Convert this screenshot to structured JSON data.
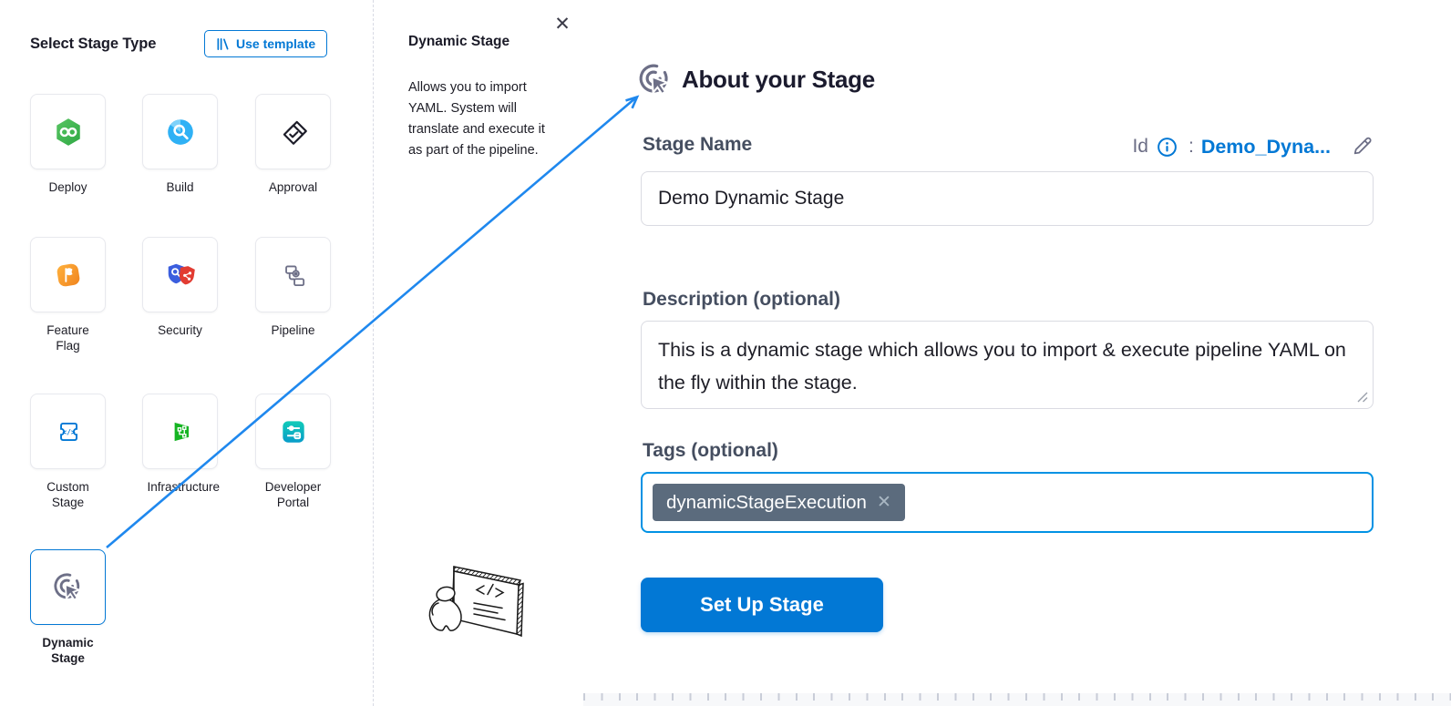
{
  "left_panel": {
    "title": "Select Stage Type",
    "use_template": {
      "label": "Use template",
      "icon": "templates-icon"
    },
    "stages": [
      {
        "label": "Deploy",
        "icon": "deploy-icon",
        "selected": false
      },
      {
        "label": "Build",
        "icon": "build-icon",
        "selected": false
      },
      {
        "label": "Approval",
        "icon": "approval-icon",
        "selected": false
      },
      {
        "label": "Feature Flag",
        "icon": "feature-flag-icon",
        "selected": false
      },
      {
        "label": "Security",
        "icon": "security-icon",
        "selected": false
      },
      {
        "label": "Pipeline",
        "icon": "pipeline-icon",
        "selected": false
      },
      {
        "label": "Custom Stage",
        "icon": "custom-stage-icon",
        "selected": false
      },
      {
        "label": "Infrastructure",
        "icon": "infrastructure-icon",
        "selected": false
      },
      {
        "label": "Developer Portal",
        "icon": "developer-portal-icon",
        "selected": false
      },
      {
        "label": "Dynamic Stage",
        "icon": "dynamic-stage-icon",
        "selected": true
      }
    ]
  },
  "info_panel": {
    "title": "Dynamic Stage",
    "close_icon": "✕",
    "description": "Allows you to import YAML. System will translate and execute it as part of the pipeline.",
    "illustration": "person-presenting-code-board"
  },
  "form_panel": {
    "heading": "About your Stage",
    "heading_icon": "dynamic-stage-icon",
    "stage_name_label": "Stage Name",
    "stage_name_value": "Demo Dynamic Stage",
    "id_row": {
      "label": "Id",
      "info_icon": "info-icon",
      "separator": ":",
      "value": "Demo_Dyna...",
      "edit_icon": "pencil-icon"
    },
    "description_label": "Description (optional)",
    "description_value": "This is a dynamic stage which allows you to import & execute pipeline YAML on the fly within the stage.",
    "tags_label": "Tags (optional)",
    "tags": [
      {
        "text": "dynamicStageExecution",
        "remove_icon": "✕"
      }
    ],
    "submit_label": "Set Up Stage"
  },
  "colors": {
    "primary_blue": "#0278d5",
    "arrow_blue": "#1f88ee",
    "tags_focus_border": "#0092e4",
    "tag_chip_bg": "#5b6b7d",
    "label_text": "#454e60",
    "heading_text": "#1b1b2e",
    "body_text": "#1d1d26",
    "muted_gray": "#6b6d85",
    "tile_border": "#e8e9ee",
    "divider_dashed": "#d8dae4",
    "deploy_green": "#3fba54",
    "build_blue": "#2fb1f5",
    "feature_flag_orange": "#f7941e",
    "security_shield_blue": "#3b5ede",
    "security_shield_red": "#e23c32",
    "infrastructure_green": "#15b422",
    "developer_portal_teal": "#0cbfb2"
  }
}
